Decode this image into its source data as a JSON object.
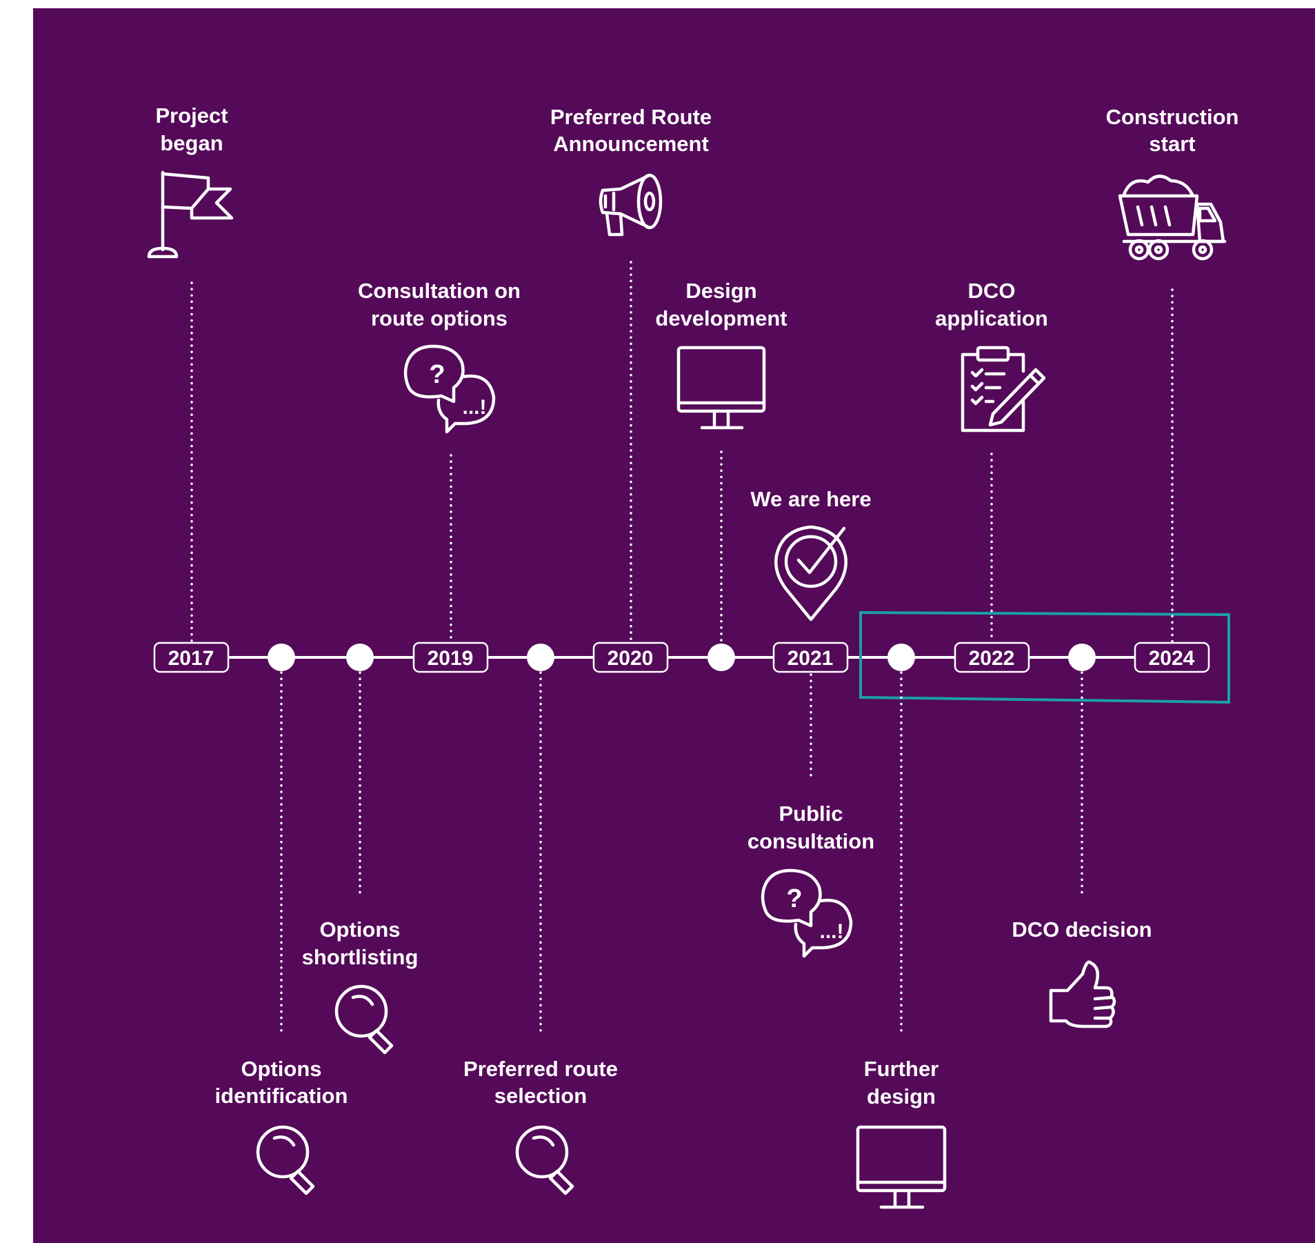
{
  "timeline": {
    "colors": {
      "background": "#540a59",
      "foreground": "#ffffff",
      "highlight": "#1aa0a8"
    },
    "years": [
      "2017",
      "2019",
      "2020",
      "2021",
      "2022",
      "2024"
    ],
    "milestones": {
      "project_began": {
        "line1": "Project",
        "line2": "began",
        "icon": "flag-icon"
      },
      "preferred_route_announcement": {
        "line1": "Preferred Route",
        "line2": "Announcement",
        "icon": "megaphone-icon"
      },
      "construction_start": {
        "line1": "Construction",
        "line2": "start",
        "icon": "dump-truck-icon"
      },
      "consultation_route_options": {
        "line1": "Consultation on",
        "line2": "route options",
        "icon": "speech-bubbles-icon"
      },
      "design_development": {
        "line1": "Design",
        "line2": "development",
        "icon": "monitor-icon"
      },
      "dco_application": {
        "line1": "DCO",
        "line2": "application",
        "icon": "clipboard-pencil-icon"
      },
      "we_are_here": {
        "line1": "We are here",
        "icon": "location-check-icon"
      },
      "options_shortlisting": {
        "line1": "Options",
        "line2": "shortlisting",
        "icon": "magnifier-icon"
      },
      "options_identification": {
        "line1": "Options",
        "line2": "identification",
        "icon": "magnifier-icon"
      },
      "preferred_route_selection": {
        "line1": "Preferred route",
        "line2": "selection",
        "icon": "magnifier-icon"
      },
      "public_consultation": {
        "line1": "Public",
        "line2": "consultation",
        "icon": "speech-bubbles-icon"
      },
      "further_design": {
        "line1": "Further",
        "line2": "design",
        "icon": "monitor-icon"
      },
      "dco_decision": {
        "line1": "DCO decision",
        "icon": "thumbs-up-icon"
      }
    }
  }
}
